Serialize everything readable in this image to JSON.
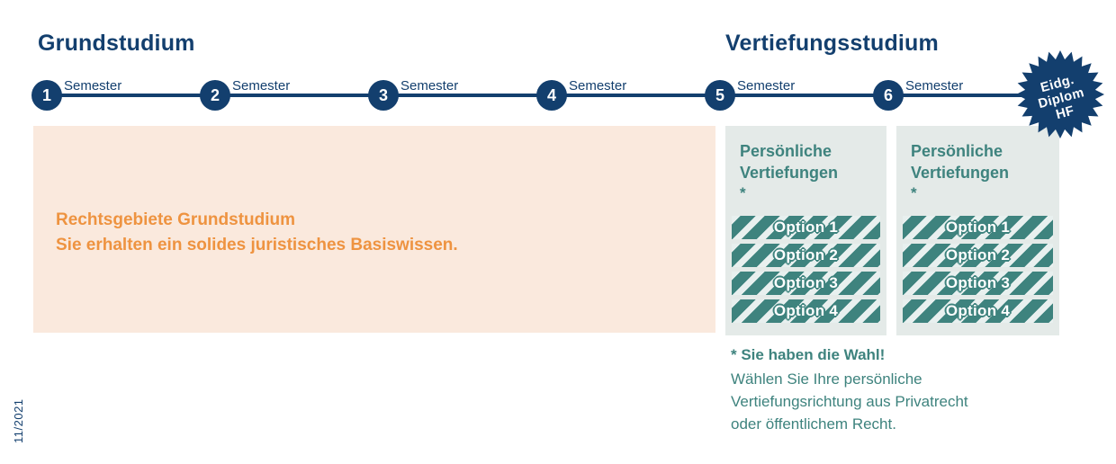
{
  "header": {
    "left_title": "Grundstudium",
    "right_title": "Vertiefungsstudium"
  },
  "timeline": {
    "semesters": [
      {
        "number": "1",
        "label": "Semester"
      },
      {
        "number": "2",
        "label": "Semester"
      },
      {
        "number": "3",
        "label": "Semester"
      },
      {
        "number": "4",
        "label": "Semester"
      },
      {
        "number": "5",
        "label": "Semester"
      },
      {
        "number": "6",
        "label": "Semester"
      }
    ],
    "diploma_badge": {
      "line1": "Eidg.",
      "line2": "Diplom",
      "line3": "HF"
    }
  },
  "grundstudium_box": {
    "heading": "Rechtsgebiete Grundstudium",
    "subline": "Sie erhalten ein solides juristisches Basiswissen."
  },
  "vertiefung_boxes": [
    {
      "title_line1": "Persönliche",
      "title_line2": "Vertiefungen",
      "footnote_marker": "*",
      "options": [
        "Option 1",
        "Option 2",
        "Option 3",
        "Option 4"
      ]
    },
    {
      "title_line1": "Persönliche",
      "title_line2": "Vertiefungen",
      "footnote_marker": "*",
      "options": [
        "Option 1",
        "Option 2",
        "Option 3",
        "Option 4"
      ]
    }
  ],
  "footnote": {
    "bold_line": "* Sie haben die Wahl!",
    "line1": "Wählen Sie Ihre persönliche",
    "line2": "Vertiefungsrichtung aus Privatrecht",
    "line3": "oder öffentlichem Recht."
  },
  "meta": {
    "version_label": "11/2021"
  },
  "colors": {
    "dark_blue": "#133f6e",
    "teal": "#3e837e",
    "orange": "#ee9340",
    "peach_bg": "#fae9dd",
    "box_bg": "#e4eae8"
  }
}
